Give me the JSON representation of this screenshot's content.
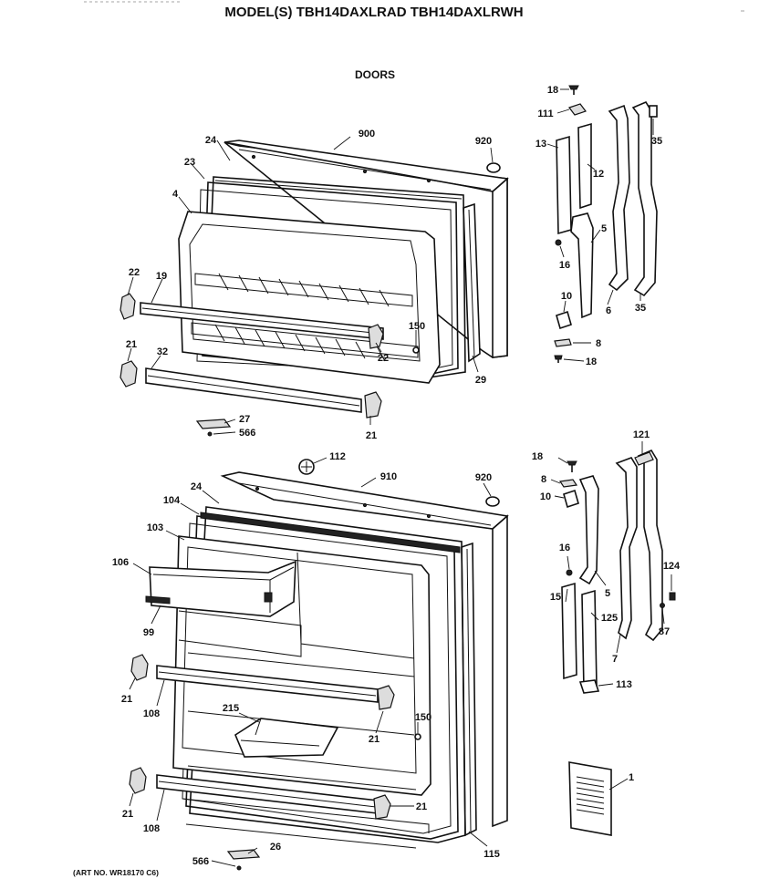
{
  "header": {
    "title": "MODEL(S) TBH14DAXLRAD  TBH14DAXLRWH",
    "section": "DOORS"
  },
  "footer": {
    "art_no": "(ART NO. WR18170 C6)"
  },
  "callouts": {
    "c900": "900",
    "c920a": "920",
    "c24a": "24",
    "c23": "23",
    "c4": "4",
    "c22a": "22",
    "c19": "19",
    "c150a": "150",
    "c22b": "22",
    "c21a": "21",
    "c32": "32",
    "c29": "29",
    "c21b": "21",
    "c27": "27",
    "c566a": "566",
    "c18a": "18",
    "c111": "111",
    "c13": "13",
    "c12": "12",
    "c35a": "35",
    "c16a": "16",
    "c5a": "5",
    "c10a": "10",
    "c6": "6",
    "c35b": "35",
    "c8a": "8",
    "c18b": "18",
    "c112": "112",
    "c910": "910",
    "c920b": "920",
    "c24b": "24",
    "c104": "104",
    "c103": "103",
    "c106": "106",
    "c99": "99",
    "c21c": "21",
    "c108a": "108",
    "c215": "215",
    "c21d": "21",
    "c150b": "150",
    "c21e": "21",
    "c21f": "21",
    "c108b": "108",
    "c115": "115",
    "c566b": "566",
    "c26": "26",
    "c18c": "18",
    "c8b": "8",
    "c10b": "10",
    "c121": "121",
    "c16b": "16",
    "c5b": "5",
    "c124": "124",
    "c15": "15",
    "c125": "125",
    "c87": "87",
    "c7": "7",
    "c113": "113",
    "c1": "1"
  }
}
